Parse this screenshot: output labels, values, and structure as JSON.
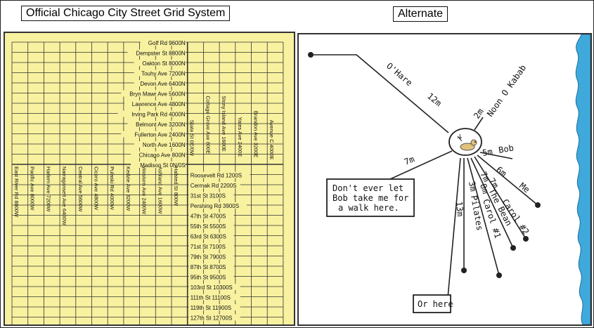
{
  "titles": {
    "left": "Official Chicago City Street Grid System",
    "right": "Alternate"
  },
  "grid": {
    "north_streets": [
      "Golf Rd 9600N",
      "Dempster St 8800N",
      "Oakton St 8000N",
      "Touhy Ave 7200N",
      "Devon Ave 6400N",
      "Bryn Mawr Ave 5600N",
      "Lawrence Ave 4800N",
      "Irving Park Rd 4000N",
      "Belmont Ave 3200N",
      "Fullerton Ave 2400N",
      "North Ave 1600N",
      "Chicago Ave 800N",
      "Madison St 0N/0S"
    ],
    "south_streets": [
      "Roosevelt Rd 1200S",
      "Cermak Rd 2200S",
      "31st St 3100S",
      "Pershing Rd 3900S",
      "47th St 4700S",
      "55th St 5500S",
      "63rd St 6300S",
      "71st St 7100S",
      "79th St 7900S",
      "87th St 8700S",
      "95th St 9500S",
      "103rd St 10300S",
      "111th St 11100S",
      "119th St 11900S",
      "127th St 12700S"
    ],
    "west_avenues": [
      "East River Rd 8800W",
      "Pacific Ave 8000W",
      "Harlem Ave 7200W",
      "Narragansett Ave 6400W",
      "Central Ave 5600W",
      "Cicero Ave 4800W",
      "Pulaski Rd 4000W",
      "Kedzie Ave 3200W",
      "Western Ave 2400W",
      "Ashland Ave 1600W",
      "Halsted St 800W"
    ],
    "east_avenues": [
      "State St 0E/0W",
      "Cottage Grove Ave 800E",
      "Stony Island Ave 1600E",
      "Yates Ave 2400E",
      "Brandon Ave 3200E",
      "Avenue C 4000E"
    ]
  },
  "alternate": {
    "routes": [
      {
        "dist": "12m",
        "dest": "O'Hare"
      },
      {
        "dist": "2m",
        "dest": "Noon O Kabab"
      },
      {
        "dist": "7m",
        "dest": "Don't ever let Bob take me for a walk here."
      },
      {
        "dist": "5m",
        "dest": "Bob"
      },
      {
        "dist": "6m",
        "dest": "Me"
      },
      {
        "dist": "7m",
        "dest": "Carol #2"
      },
      {
        "dist": "7m",
        "dest": "The Bean"
      },
      {
        "dist": "8m",
        "dest": "Carol #1"
      },
      {
        "dist": "3m",
        "dest": "Pilates"
      },
      {
        "dist": "13m",
        "dest": "Or here"
      }
    ],
    "note_lines": [
      "Don't ever let",
      "Bob take me for",
      "a walk here."
    ]
  },
  "colors": {
    "grid_bg": "#f8f1a0",
    "water": "#3fa9dc"
  }
}
